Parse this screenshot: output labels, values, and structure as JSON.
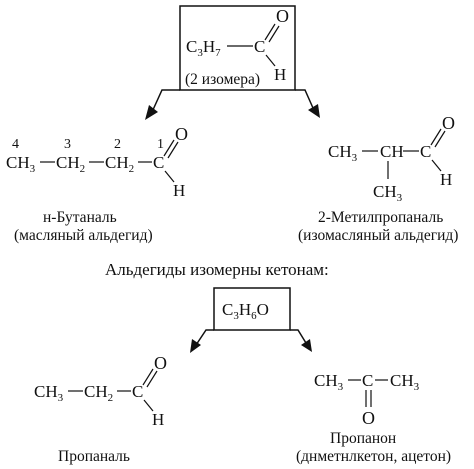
{
  "top_box": {
    "c": "C",
    "c_sub": "3",
    "h": "H",
    "h_sub": "7",
    "o": "O",
    "h_ald": "H",
    "isomers": "(2 изомера)"
  },
  "butanal": {
    "numbers": [
      "4",
      "3",
      "2",
      "1"
    ],
    "ch3": "CH",
    "ch3_sub": "3",
    "ch2a": "CH",
    "ch2a_sub": "2",
    "ch2b": "CH",
    "ch2b_sub": "2",
    "c": "C",
    "o": "O",
    "h": "H",
    "name": "н-Бутаналь",
    "trivial": "(масляный альдегид)"
  },
  "methylpropanal": {
    "ch3": "CH",
    "ch3_sub": "3",
    "ch": "CH",
    "c": "C",
    "o": "O",
    "h": "H",
    "branch_ch3": "CH",
    "branch_ch3_sub": "3",
    "name": "2-Метилпропаналь",
    "trivial": "(изомасляный альдегид)"
  },
  "isomers_statement": "Альдегиды изомерны кетонам:",
  "formula_box": {
    "c": "C",
    "c_sub": "3",
    "h": "H",
    "h_sub": "6",
    "o": "O"
  },
  "propanal": {
    "ch3": "CH",
    "ch3_sub": "3",
    "ch2": "CH",
    "ch2_sub": "2",
    "c": "C",
    "o": "O",
    "h": "H",
    "name": "Пропаналь"
  },
  "propanone": {
    "ch3a": "CH",
    "ch3a_sub": "3",
    "c": "C",
    "ch3b": "CH",
    "ch3b_sub": "3",
    "o": "O",
    "name": "Пропанон",
    "trivial": "(днметнлкетон, ацетон)"
  }
}
